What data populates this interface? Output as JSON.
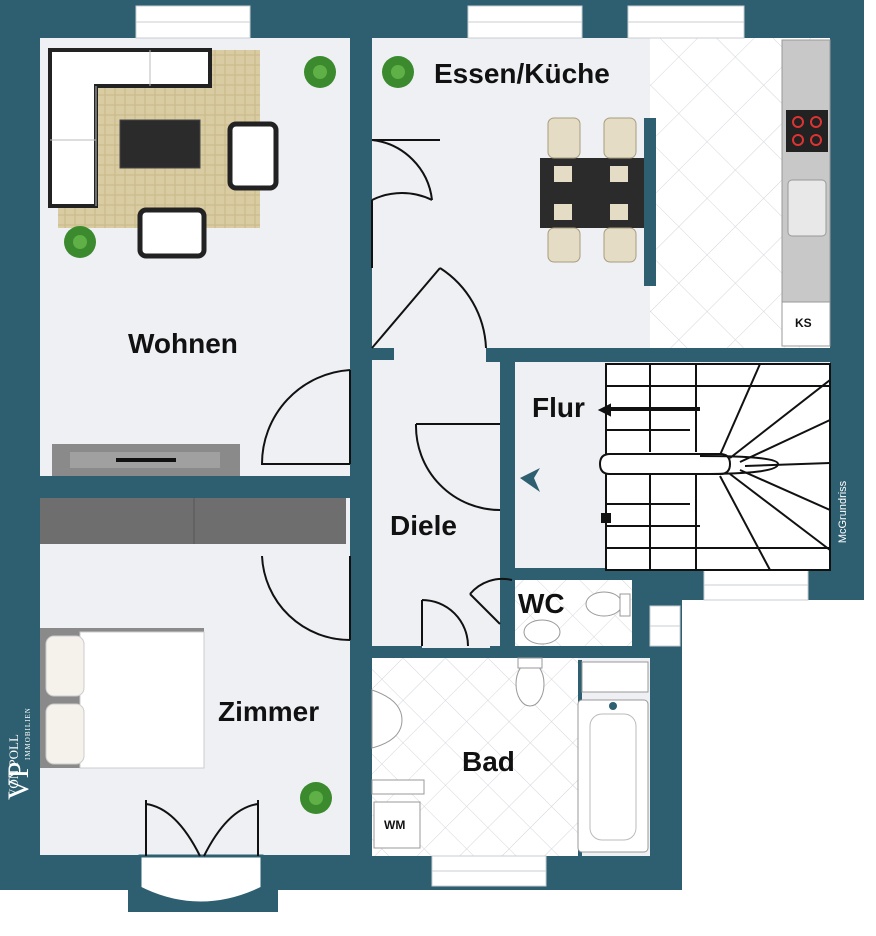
{
  "rooms": {
    "wohnen": "Wohnen",
    "essen_kueche": "Essen/Küche",
    "flur": "Flur",
    "diele": "Diele",
    "wc": "WC",
    "zimmer": "Zimmer",
    "bad": "Bad"
  },
  "fixtures": {
    "ks": "KS",
    "wm": "WM"
  },
  "watermarks": {
    "vertical_credit": "McGrundriss",
    "logo_initials": "VP",
    "logo_name": "VON POLL",
    "logo_sub": "IMMOBILIEN"
  },
  "colors": {
    "wall": "#2e5f70",
    "floor": "#eef0f4",
    "tile_line": "#d6d9df",
    "rug": "#d8c9a0",
    "sofa": "#ffffff",
    "dark_furniture": "#2b2b2b",
    "plant": "#3c8a2e",
    "chair": "#e4dcc4"
  }
}
